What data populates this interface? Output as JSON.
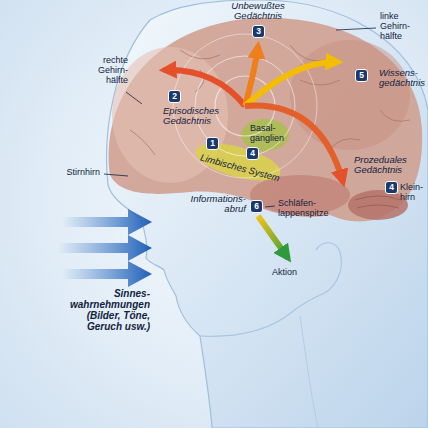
{
  "diagram": {
    "nodes": [
      {
        "text": [
          "3"
        ]
      },
      {
        "text": [
          "5"
        ]
      },
      {
        "text": [
          "2"
        ]
      },
      {
        "text": [
          "1"
        ]
      },
      {
        "text": [
          "4"
        ]
      },
      {
        "text": [
          "4"
        ]
      },
      {
        "text": [
          "6"
        ]
      }
    ],
    "labels": [
      "Unbewußtes Gedächtnis",
      "linke Gehirn- hälfte",
      "rechte Gehirn- hälfte",
      "Episodisches Gedächtnis",
      "Wissens- gedächtnis",
      "Basal- ganglien",
      "Limbisches System",
      "Stirnhirn",
      "Prozeduales Gedächtnis",
      "Klein- hirn",
      "Informations- abruf",
      "Schläfen- lappenspitze",
      "Aktion",
      "Sinnes- wahrnehmungen (Bilder, Töne, Geruch usw.)"
    ]
  }
}
